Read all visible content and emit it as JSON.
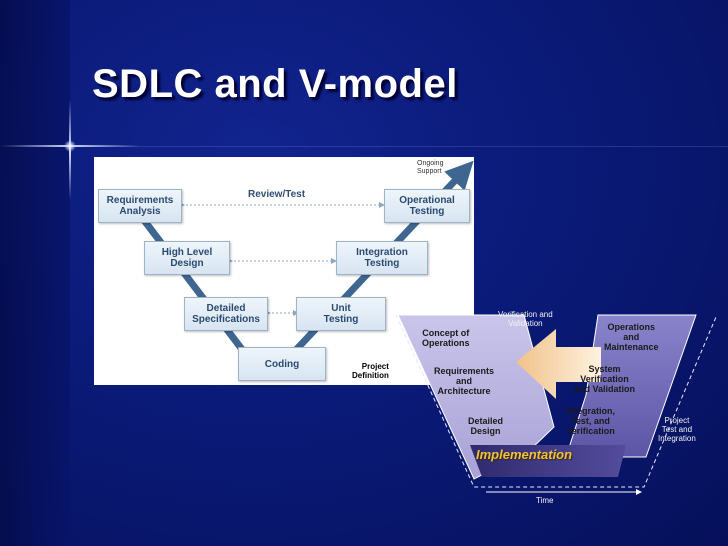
{
  "slide": {
    "title": "SDLC and V-model"
  },
  "sdlc": {
    "boxes": [
      {
        "text": "Requirements\nAnalysis"
      },
      {
        "text": "High Level\nDesign"
      },
      {
        "text": "Detailed\nSpecifications"
      },
      {
        "text": "Coding"
      },
      {
        "text": "Unit\nTesting"
      },
      {
        "text": "Integration\nTesting"
      },
      {
        "text": "Operational\nTesting"
      }
    ],
    "review_test": "Review/Test",
    "ongoing_support": "Ongoing\nSupport",
    "project_definition": "Project\nDefinition"
  },
  "vmodel": {
    "verification_validation": "Verification and\nValidation",
    "concept": "Concept of\nOperations",
    "requirements": "Requirements\nand\nArchitecture",
    "detailed": "Detailed\nDesign",
    "implementation": "Implementation",
    "operations": "Operations\nand\nMaintenance",
    "system": "System\nVerification\nand Validation",
    "integration": "Integration,\nTest, and\nVerification",
    "project_test": "Project\nTest and\nIntegration",
    "time": "Time"
  },
  "colors": {
    "background": "#0a1a78",
    "box_text": "#2a4a73",
    "v_left": "#b9b4e0",
    "v_right": "#6f69b8",
    "arrow": "#f3c98c"
  }
}
